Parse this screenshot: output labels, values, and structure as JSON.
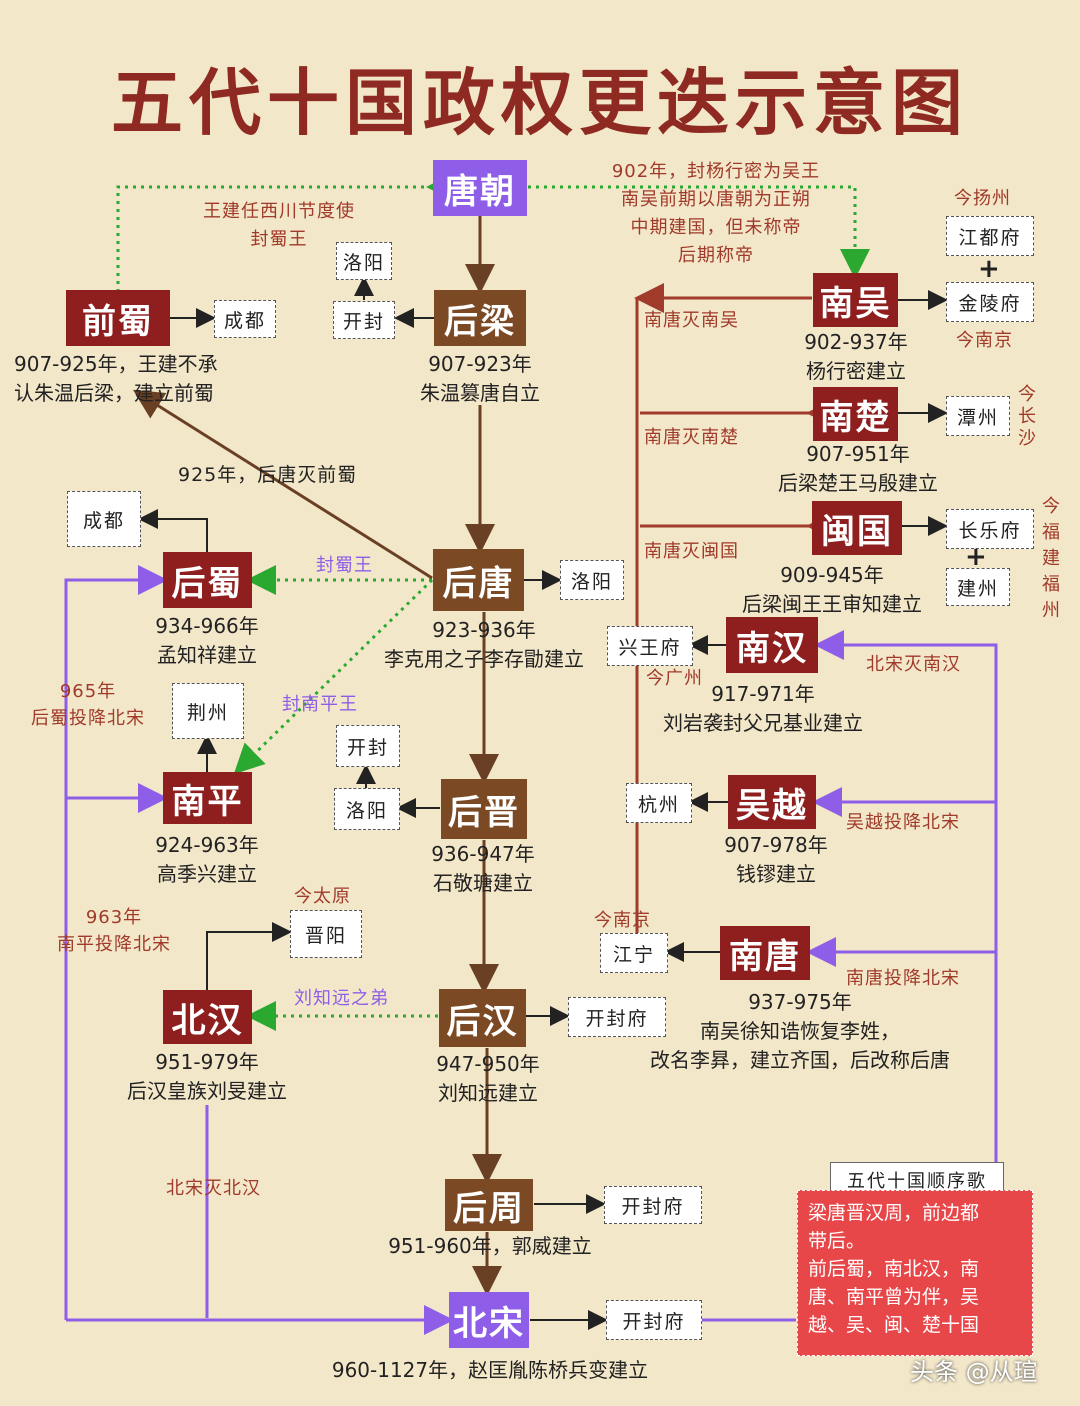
{
  "title": "五代十国政权更迭示意图",
  "regimes": {
    "tang": "唐朝",
    "houliang": "后梁",
    "houtang": "后唐",
    "houjin": "后晋",
    "houhan": "后汉",
    "houzhou": "后周",
    "beisong": "北宋",
    "qianshu": "前蜀",
    "houshu": "后蜀",
    "nanping": "南平",
    "beihan": "北汉",
    "nanwu": "南吴",
    "nanchu": "南楚",
    "minguo": "闽国",
    "nanhan": "南汉",
    "wuyue": "吴越",
    "nantang": "南唐"
  },
  "cities": {
    "luoyang1": "洛阳",
    "kaifeng1": "开封",
    "chengdu1": "成都",
    "chengdu2": "成都",
    "luoyang2": "洛阳",
    "jingzhou": "荆州",
    "kaifeng2": "开封",
    "luoyang3": "洛阳",
    "jinyang": "晋阳",
    "kaifengfu1": "开封府",
    "kaifengfu2": "开封府",
    "kaifengfu3": "开封府",
    "jiangdufu": "江都府",
    "jinlingfu": "金陵府",
    "tanzhou": "潭州",
    "changlefu": "长乐府",
    "jianzhou": "建州",
    "xingwangfu": "兴王府",
    "hangzhou": "杭州",
    "jiangning": "江宁"
  },
  "descs": {
    "qianshu": [
      "907-925年，王建不承",
      "认朱温后梁，建立前蜀"
    ],
    "houliang": [
      "907-923年",
      "朱温篡唐自立"
    ],
    "houshu": [
      "934-966年",
      "孟知祥建立"
    ],
    "houtang": [
      "923-936年",
      "李克用之子李存勖建立"
    ],
    "nanping": [
      "924-963年",
      "高季兴建立"
    ],
    "houjin": [
      "936-947年",
      "石敬瑭建立"
    ],
    "beihan": [
      "951-979年",
      "后汉皇族刘旻建立"
    ],
    "houhan": [
      "947-950年",
      "刘知远建立"
    ],
    "houzhou": [
      "951-960年，郭威建立"
    ],
    "beisong": [
      "960-1127年，赵匡胤陈桥兵变建立"
    ],
    "nanwu": [
      "902-937年",
      "杨行密建立"
    ],
    "nanchu": [
      "907-951年",
      "后梁楚王马殷建立"
    ],
    "minguo": [
      "909-945年",
      "后梁闽王王审知建立"
    ],
    "nanhan": [
      "917-971年",
      "刘岩袭封父兄基业建立"
    ],
    "wuyue": [
      "907-978年",
      "钱镠建立"
    ],
    "nantang": [
      "937-975年",
      "南吴徐知诰恢复李姓，",
      "改名李昪，建立齐国，后改称后唐"
    ]
  },
  "labels": {
    "qianshu_note": [
      "王建任西川节度使",
      "封蜀王"
    ],
    "nanwu_note": [
      "902年，封杨行密为吴王",
      "南吴前期以唐朝为正朔",
      "中期建国，但未称帝",
      "后期称帝"
    ],
    "houtang_qianshu": "925年，后唐灭前蜀",
    "nantang_nanwu": "南唐灭南吴",
    "nantang_nanchu": "南唐灭南楚",
    "nantang_minguo": "南唐灭闽国",
    "houshu_surrender": [
      "965年",
      "后蜀投降北宋"
    ],
    "nanping_surrender": [
      "963年",
      "南平投降北宋"
    ],
    "beisong_beihan": "北宋灭北汉",
    "beisong_nanhan": "北宋灭南汉",
    "wuyue_surrender": "吴越投降北宋",
    "nantang_surrender": "南唐投降北宋",
    "today_yangzhou": "今扬州",
    "today_nanjing1": "今南京",
    "today_changsha": "今长沙",
    "today_fuzhou": "今福建福州",
    "today_guangzhou": "今广州",
    "today_nanjing2": "今南京",
    "today_taiyuan": "今太原"
  },
  "purple_labels": {
    "feng_shuwang": "封蜀王",
    "feng_nanpingwang": "封南平王",
    "liu_brother": "刘知远之弟"
  },
  "song": {
    "title": "五代十国顺序歌",
    "lines": [
      "梁唐晋汉周，前边都",
      "带后。",
      "前后蜀，南北汉，南",
      "唐、南平曾为伴，吴",
      "越、吴、闽、楚十国"
    ]
  },
  "watermark": "头条 @从瑄",
  "colors": {
    "title": "#8e2a22",
    "background": "#f3e7c9",
    "five_dynasties": "#7b4a24",
    "ten_kingdoms": "#8f1f1f",
    "tang": "#8e5ee8",
    "green_dotted": "#2aa830",
    "purple_line": "#8f5ee8"
  }
}
